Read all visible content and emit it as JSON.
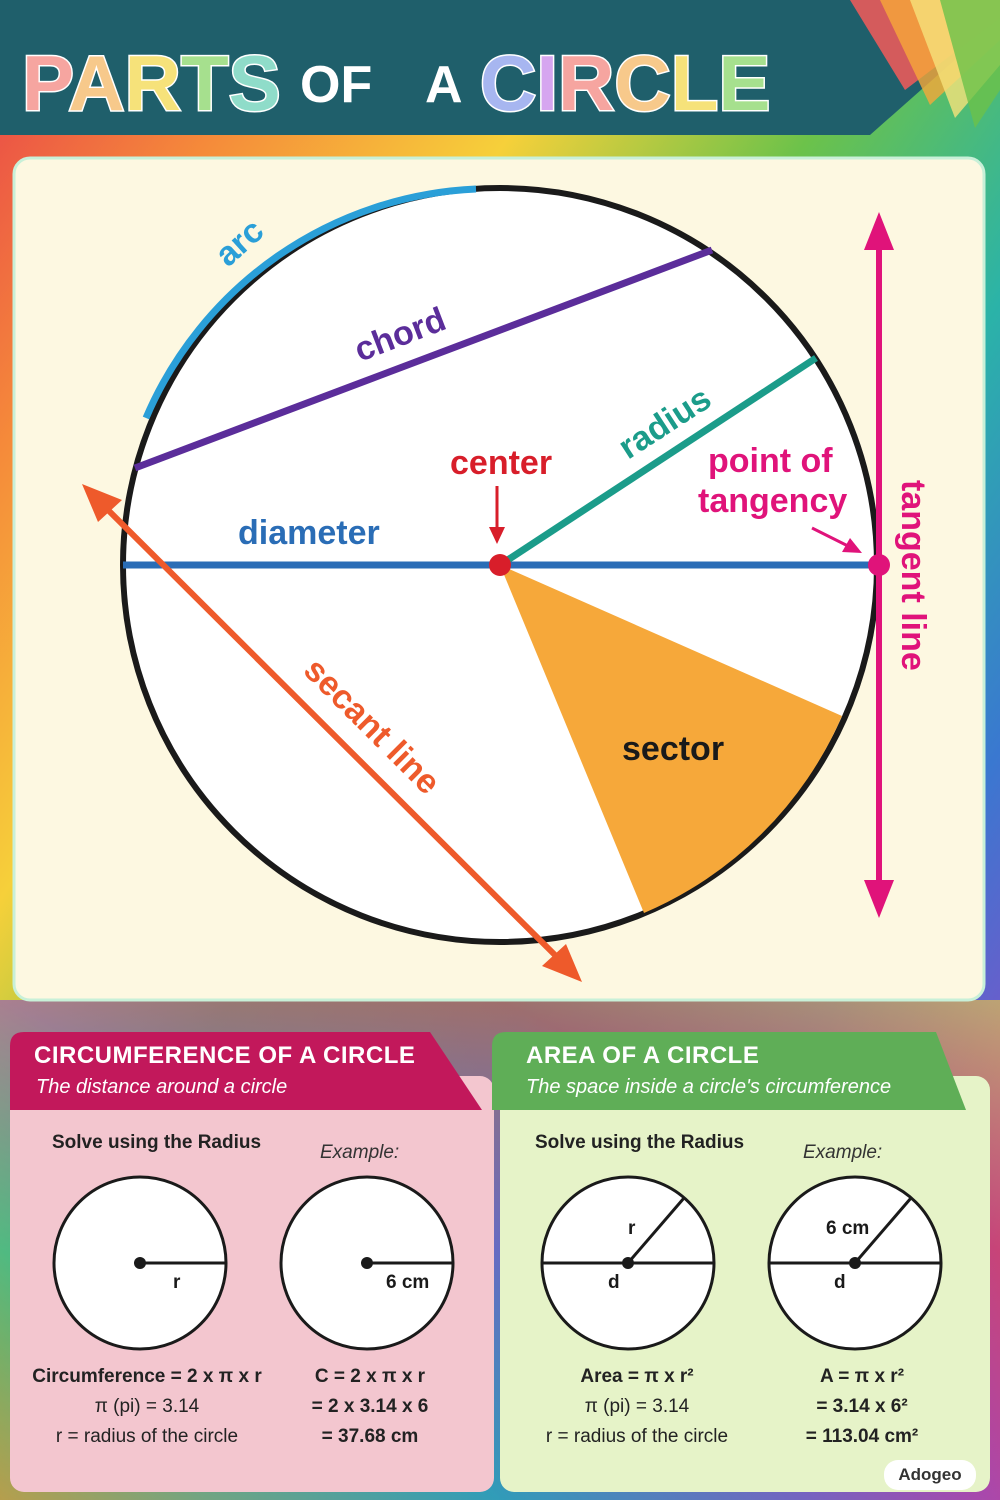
{
  "title": {
    "words": [
      "PARTS",
      "OF",
      "A",
      "CIRCLE"
    ],
    "letter_colors": [
      "#f6a5a0",
      "#f7c98b",
      "#f6e27a",
      "#a6e08e",
      "#8fdcc9",
      "#a7b6f0",
      "#d6a6f0"
    ]
  },
  "diagram": {
    "labels": {
      "arc": "arc",
      "chord": "chord",
      "radius": "radius",
      "center": "center",
      "point_of_tangency_line1": "point of",
      "point_of_tangency_line2": "tangency",
      "diameter": "diameter",
      "tangent_line": "tangent line",
      "secant_line": "secant line",
      "sector": "sector"
    },
    "colors": {
      "arc": "#2a9fd8",
      "chord": "#5b2d9a",
      "radius": "#1b9c8a",
      "center": "#d81e2a",
      "tangency": "#e0137a",
      "diameter": "#2a6db6",
      "secant": "#ee5a2b",
      "sector": "#f6a83a",
      "outline": "#1a1a1a"
    }
  },
  "circumference": {
    "title": "CIRCUMFERENCE OF A CIRCLE",
    "subtitle": "The distance around a circle",
    "solve_label": "Solve using the Radius",
    "example_label": "Example:",
    "circle_label_r": "r",
    "circle_label_example": "6 cm",
    "formula_line1": "Circumference = 2 x π x r",
    "formula_line2": "π (pi) = 3.14",
    "formula_line3": "r = radius of the circle",
    "example_line1": "C = 2 x π x r",
    "example_line2": "= 2 x 3.14 x 6",
    "example_line3": "=  37.68 cm",
    "header_color": "#c2185b",
    "panel_color": "#f3c6cf"
  },
  "area": {
    "title": "AREA OF A CIRCLE",
    "subtitle": "The space inside a circle's circumference",
    "solve_label": "Solve using the Radius",
    "example_label": "Example:",
    "circle_label_r": "r",
    "circle_label_d": "d",
    "circle_label_example_r": "6 cm",
    "circle_label_example_d": "d",
    "formula_line1": "Area = π x r²",
    "formula_line2": "π (pi) = 3.14",
    "formula_line3": "r = radius of the circle",
    "example_line1": "A = π x r²",
    "example_line2": "= 3.14 x 6²",
    "example_line3": "=  113.04 cm²",
    "header_color": "#5fae57",
    "panel_color": "#e6f3c8"
  },
  "brand": "Adogeo"
}
